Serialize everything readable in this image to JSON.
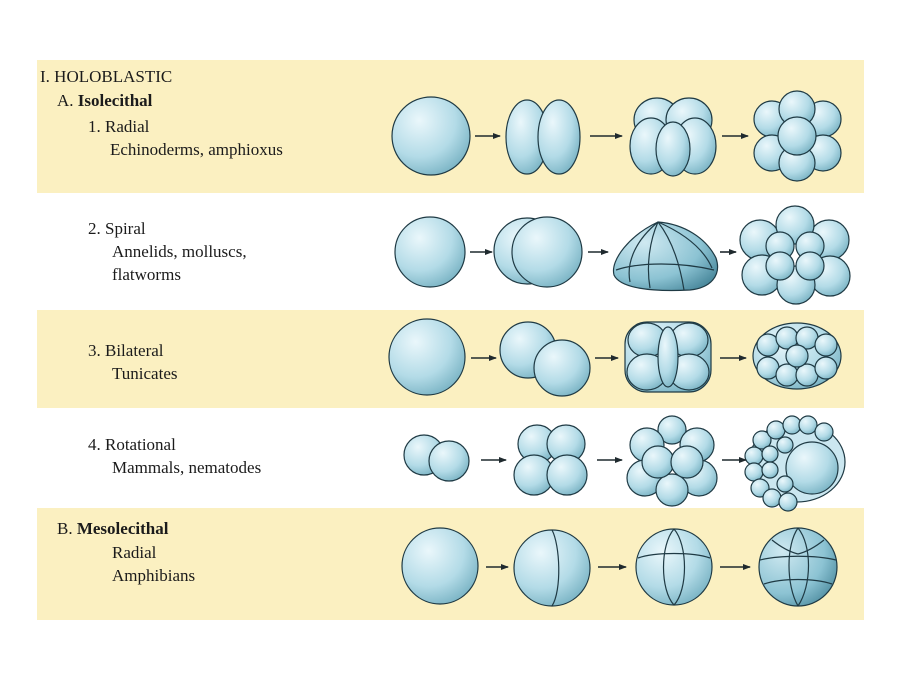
{
  "heading": "I.  HOLOBLASTIC",
  "sections": [
    {
      "prefix": "A.",
      "label": "Isolecithal"
    },
    {
      "prefix": "B.",
      "label": "Mesolecithal"
    }
  ],
  "rows": [
    {
      "id": "radial",
      "name": "1.  Radial",
      "organisms": [
        "Echinoderms, amphioxus"
      ]
    },
    {
      "id": "spiral",
      "name": "2.  Spiral",
      "organisms": [
        "Annelids, molluscs,",
        "flatworms"
      ]
    },
    {
      "id": "bilateral",
      "name": "3.  Bilateral",
      "organisms": [
        "Tunicates"
      ]
    },
    {
      "id": "rotational",
      "name": "4.  Rotational",
      "organisms": [
        "Mammals, nematodes"
      ]
    },
    {
      "id": "mesolecithal",
      "name": "Radial",
      "organisms": [
        "Amphibians"
      ]
    }
  ],
  "colors": {
    "band": "#fbf0c1",
    "cell_light": "#e8f6fa",
    "cell_mid": "#a9d6e3",
    "cell_dark": "#5e9fb1",
    "outline": "#1f3a44"
  }
}
